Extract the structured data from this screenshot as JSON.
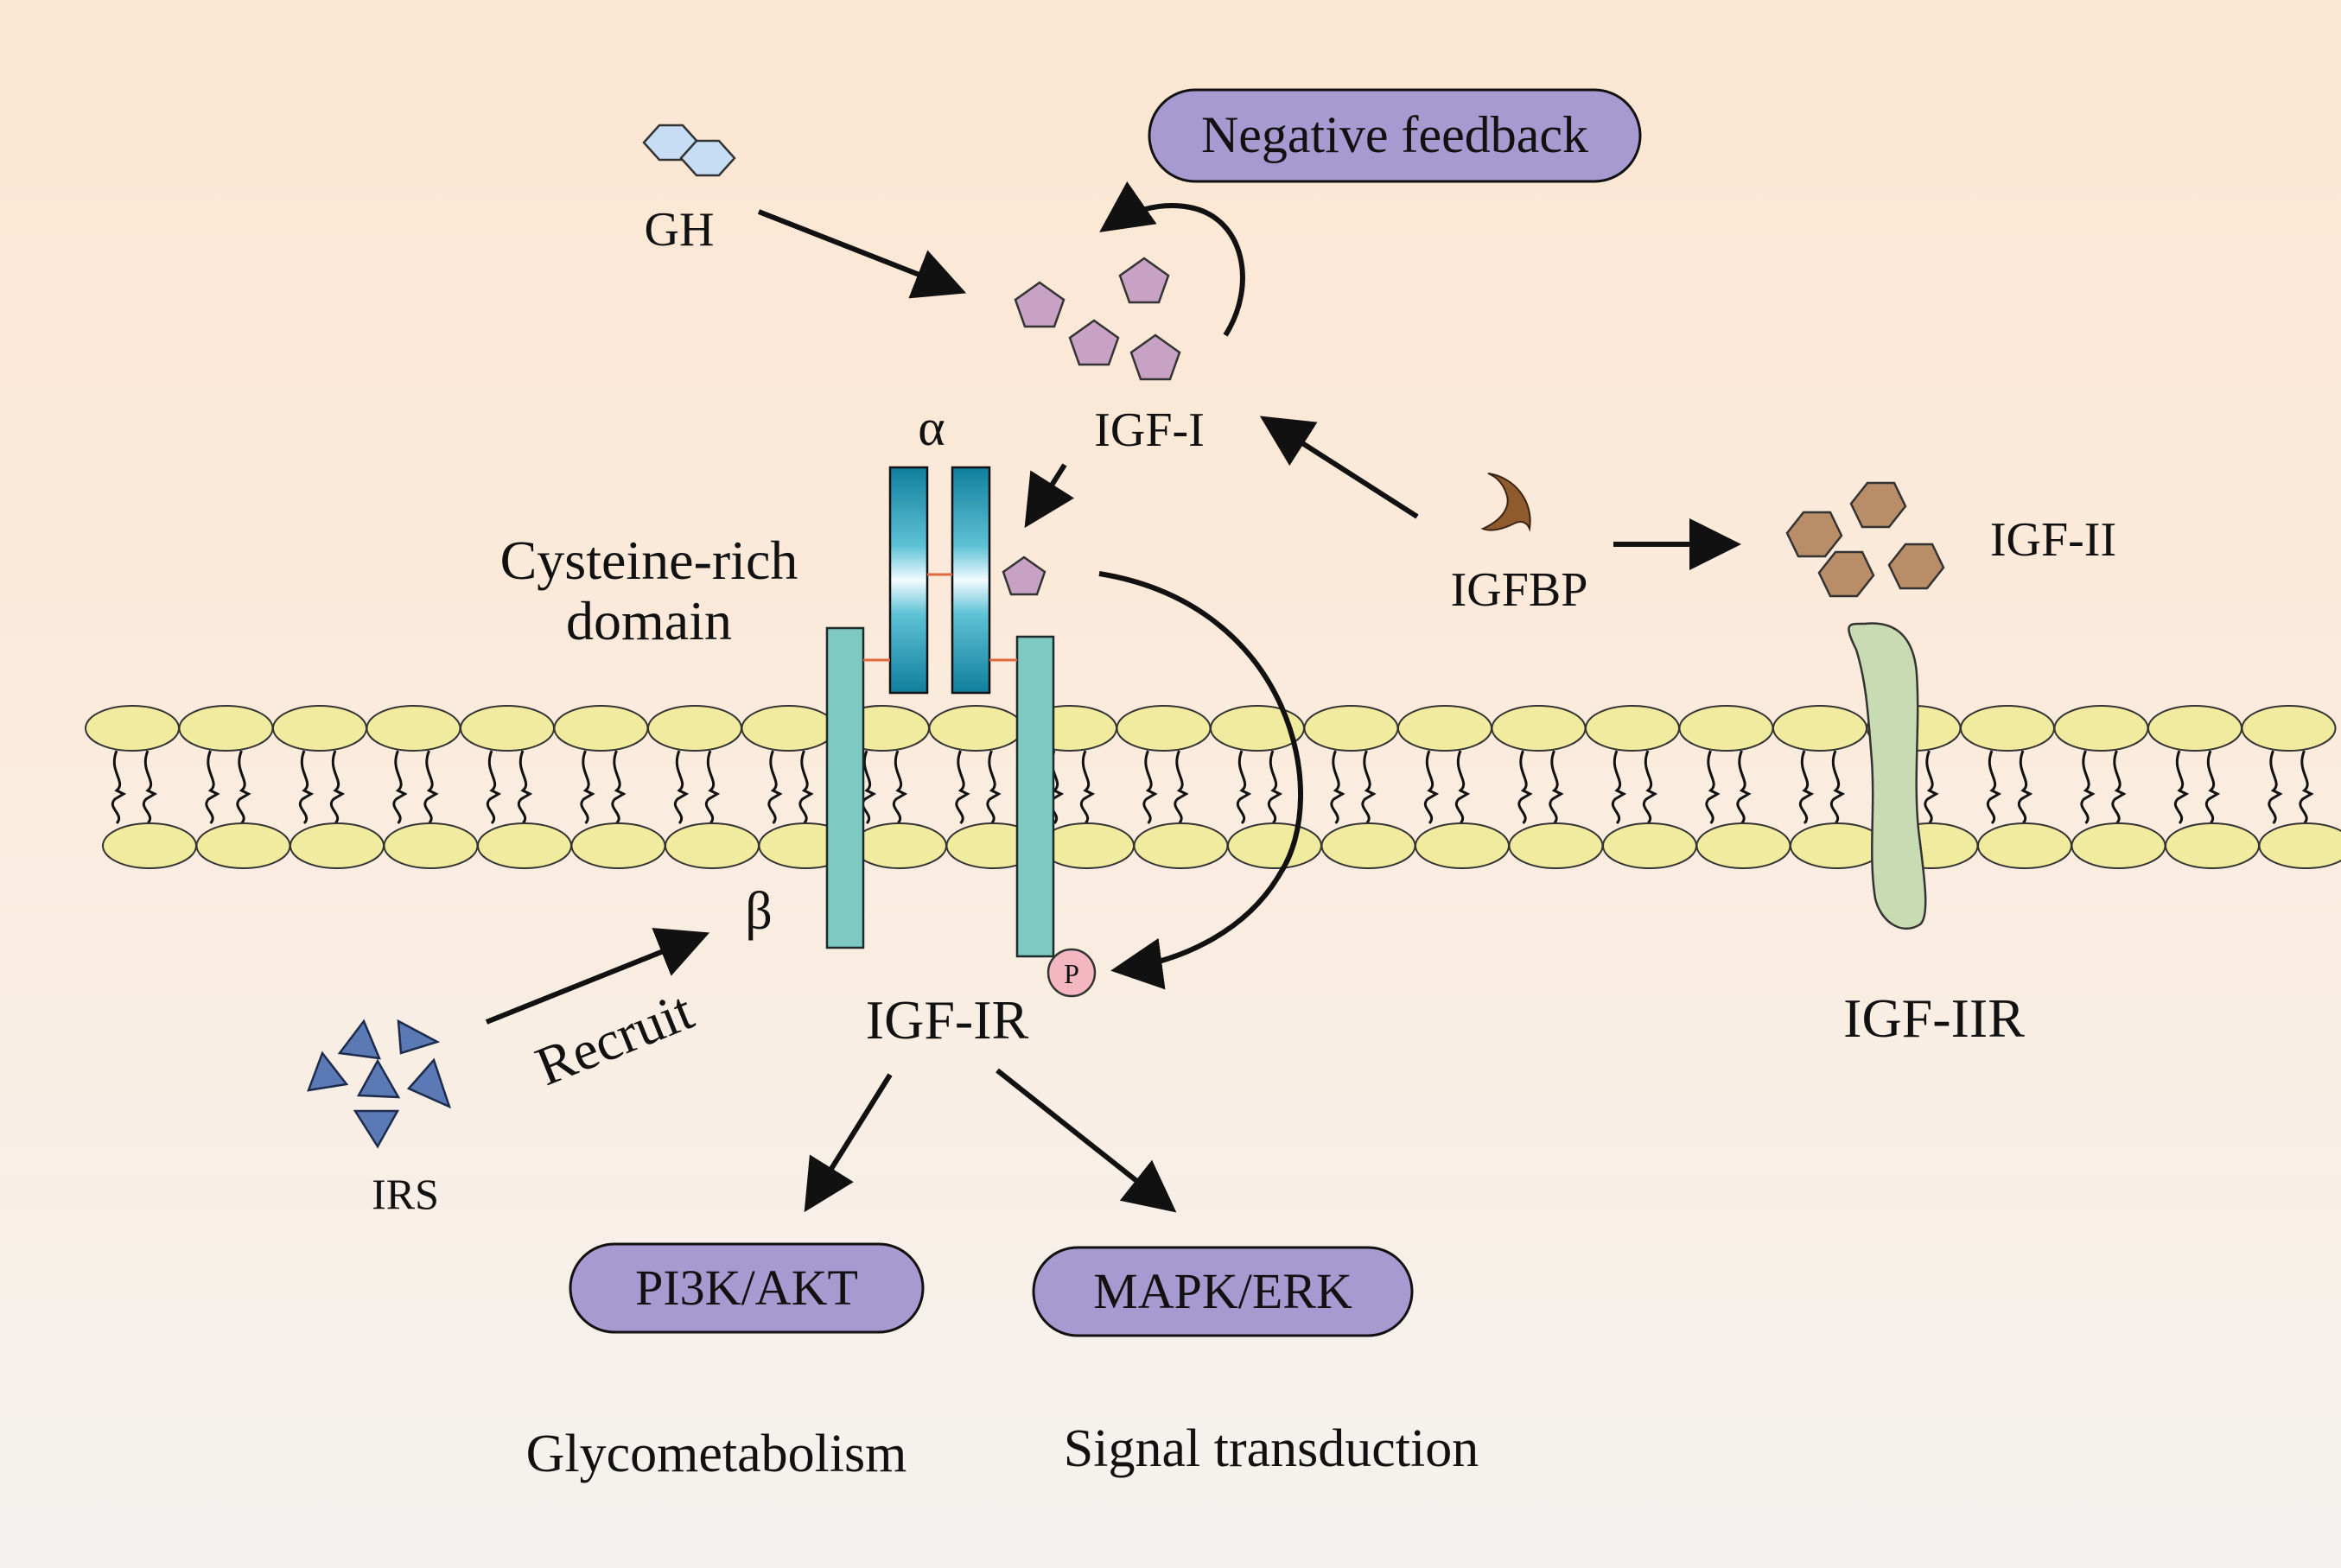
{
  "labels": {
    "gh": "GH",
    "igf1": "IGF-I",
    "alpha": "α",
    "beta": "β",
    "cysteine_line1": "Cysteine-rich",
    "cysteine_line2": "domain",
    "igfbp": "IGFBP",
    "igf2": "IGF-II",
    "igf1r": "IGF-IR",
    "igf2r": "IGF-IIR",
    "recruit": "Recruit",
    "irs": "IRS",
    "p": "P",
    "glycometabolism": "Glycometabolism",
    "signal_transduction": "Signal transduction"
  },
  "pills": {
    "negative_feedback": "Negative feedback",
    "pi3k_akt": "PI3K/AKT",
    "mapk_erk": "MAPK/ERK"
  },
  "colors": {
    "pill_fill": "#a69ad0",
    "igf1_ligand": "#c8a2c4",
    "igf2_ligand": "#b88d68",
    "gh_hex": "#c6ddf4",
    "irs_triangle": "#5b79b5",
    "receptor_teal": "#7fc9c3",
    "alpha_chain": "#1b8aa6",
    "igf2r_fill": "#c9dbb3",
    "lipid_head": "#f1eba0",
    "p_circle": "#f4b7c2",
    "igfbp": "#8f5b2d"
  }
}
